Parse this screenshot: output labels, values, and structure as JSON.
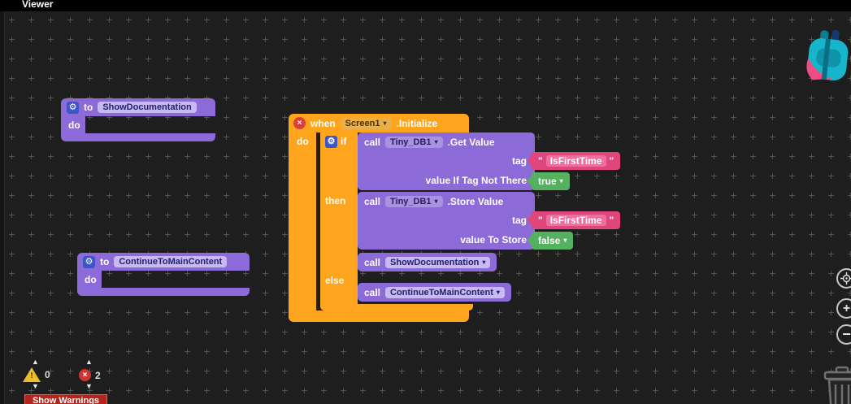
{
  "header": {
    "title": "Viewer"
  },
  "icons": {
    "gear": "⚙",
    "dropdown_arrow": "▾",
    "error_x": "×",
    "warning_mark": "!",
    "up_arrow": "▲",
    "down_arrow": "▼",
    "zoom_in": "+",
    "zoom_out": "−"
  },
  "colors": {
    "workspace_bg": "#1E1E1E",
    "grid_mark": "#505050",
    "control_orange": "#FFA41D",
    "procedure_purple": "#8C6BD8",
    "text_pink": "#E0457B",
    "logic_green": "#55B15F",
    "name_field_lavender": "#C9B9F2",
    "error_red": "#D5332F",
    "warning_yellow": "#EDBE2A",
    "show_warnings_red": "#B5251D"
  },
  "blocks": {
    "proc_show_doc": {
      "keyword": "to",
      "name": "ShowDocumentation",
      "do_label": "do"
    },
    "proc_continue": {
      "keyword": "to",
      "name": "ContinueToMainContent",
      "do_label": "do"
    },
    "when_screen1": {
      "keyword": "when",
      "component": "Screen1",
      "event": ".Initialize",
      "do_label": "do"
    },
    "if_ctrl": {
      "if_label": "if",
      "then_label": "then",
      "else_label": "else"
    },
    "call_get_value": {
      "keyword": "call",
      "component": "Tiny_DB1",
      "method": ".Get Value",
      "param_tag": "tag",
      "param_not_there": "value If Tag Not There"
    },
    "call_store_value": {
      "keyword": "call",
      "component": "Tiny_DB1",
      "method": ".Store Value",
      "param_tag": "tag",
      "param_store": "value To Store"
    },
    "call_show_documentation": {
      "keyword": "call",
      "procedure": "ShowDocumentation"
    },
    "call_continue_main": {
      "keyword": "call",
      "procedure": "ContinueToMainContent"
    },
    "text_is_first_time_1": {
      "open_quote": "\"",
      "value": "IsFirstTime",
      "close_quote": "\""
    },
    "text_is_first_time_2": {
      "open_quote": "\"",
      "value": "IsFirstTime",
      "close_quote": "\""
    },
    "logic_true": {
      "value": "true"
    },
    "logic_false": {
      "value": "false"
    }
  },
  "status_bar": {
    "warning_count": "0",
    "error_count": "2",
    "show_warnings_label": "Show Warnings"
  }
}
